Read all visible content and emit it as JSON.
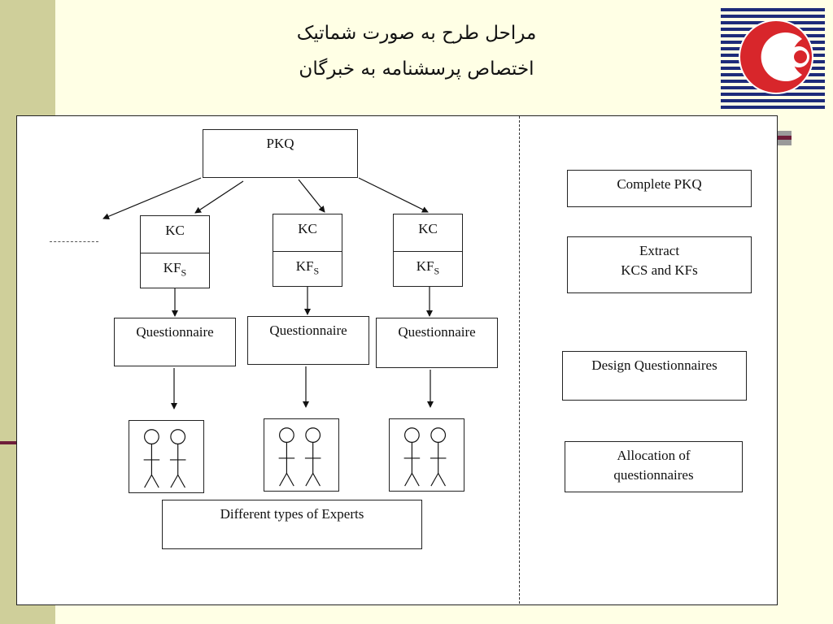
{
  "title": {
    "line1": "مراحل طرح به صورت شماتیک",
    "line2": "اختصاص پرسشنامه به خبرگان"
  },
  "diagram": {
    "root": "PKQ",
    "kc_label": "KC",
    "kf_label": "KF",
    "kf_subscript": "S",
    "questionnaire_label": "Questionnaire",
    "experts_caption": "Different types of Experts"
  },
  "steps": {
    "complete": "Complete PKQ",
    "extract_line1": "Extract",
    "extract_line2": "KCS and KFs",
    "design": "Design Questionnaires",
    "alloc_line1": "Allocation of",
    "alloc_line2": "questionnaires"
  },
  "colors": {
    "background": "#ffffe5",
    "side_band": "#cfcf9a",
    "logo_blue": "#1d2b7a",
    "logo_red": "#d8262b"
  }
}
